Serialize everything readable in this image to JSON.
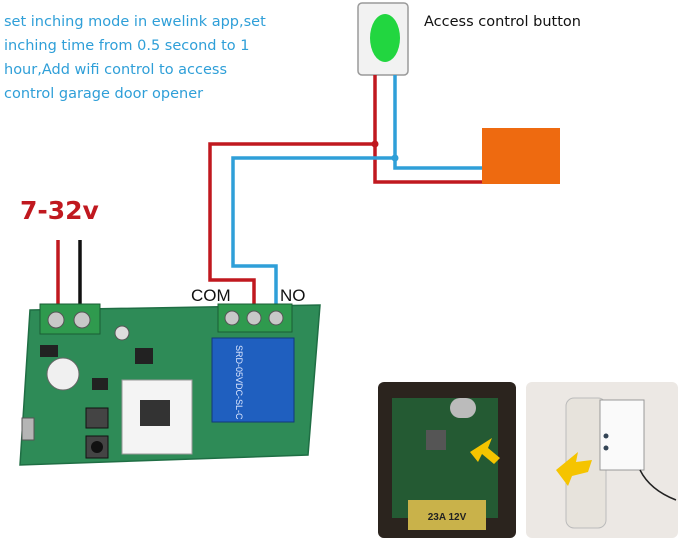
{
  "instructions": {
    "lines": [
      "set inching mode in ewelink app,set",
      "inching time from 0.5 second to 1",
      "hour,Add wifi control to access",
      "control garage door opener"
    ]
  },
  "supply_voltage": "7-32v",
  "access_button": {
    "label": "Access control button"
  },
  "terminals": {
    "com": "COM",
    "no": "NO"
  },
  "relay_marking": "SRD-05VDC-SL-C",
  "fuse_label": "23A 12V",
  "colors": {
    "wire_red": "#c0181f",
    "wire_blue": "#2f9fd8",
    "text_blue": "#2f9fd8",
    "pcb_green": "#2e8b57",
    "relay_blue": "#1f5fbf",
    "load_orange": "#ee6a10",
    "button_green": "#22d640"
  }
}
